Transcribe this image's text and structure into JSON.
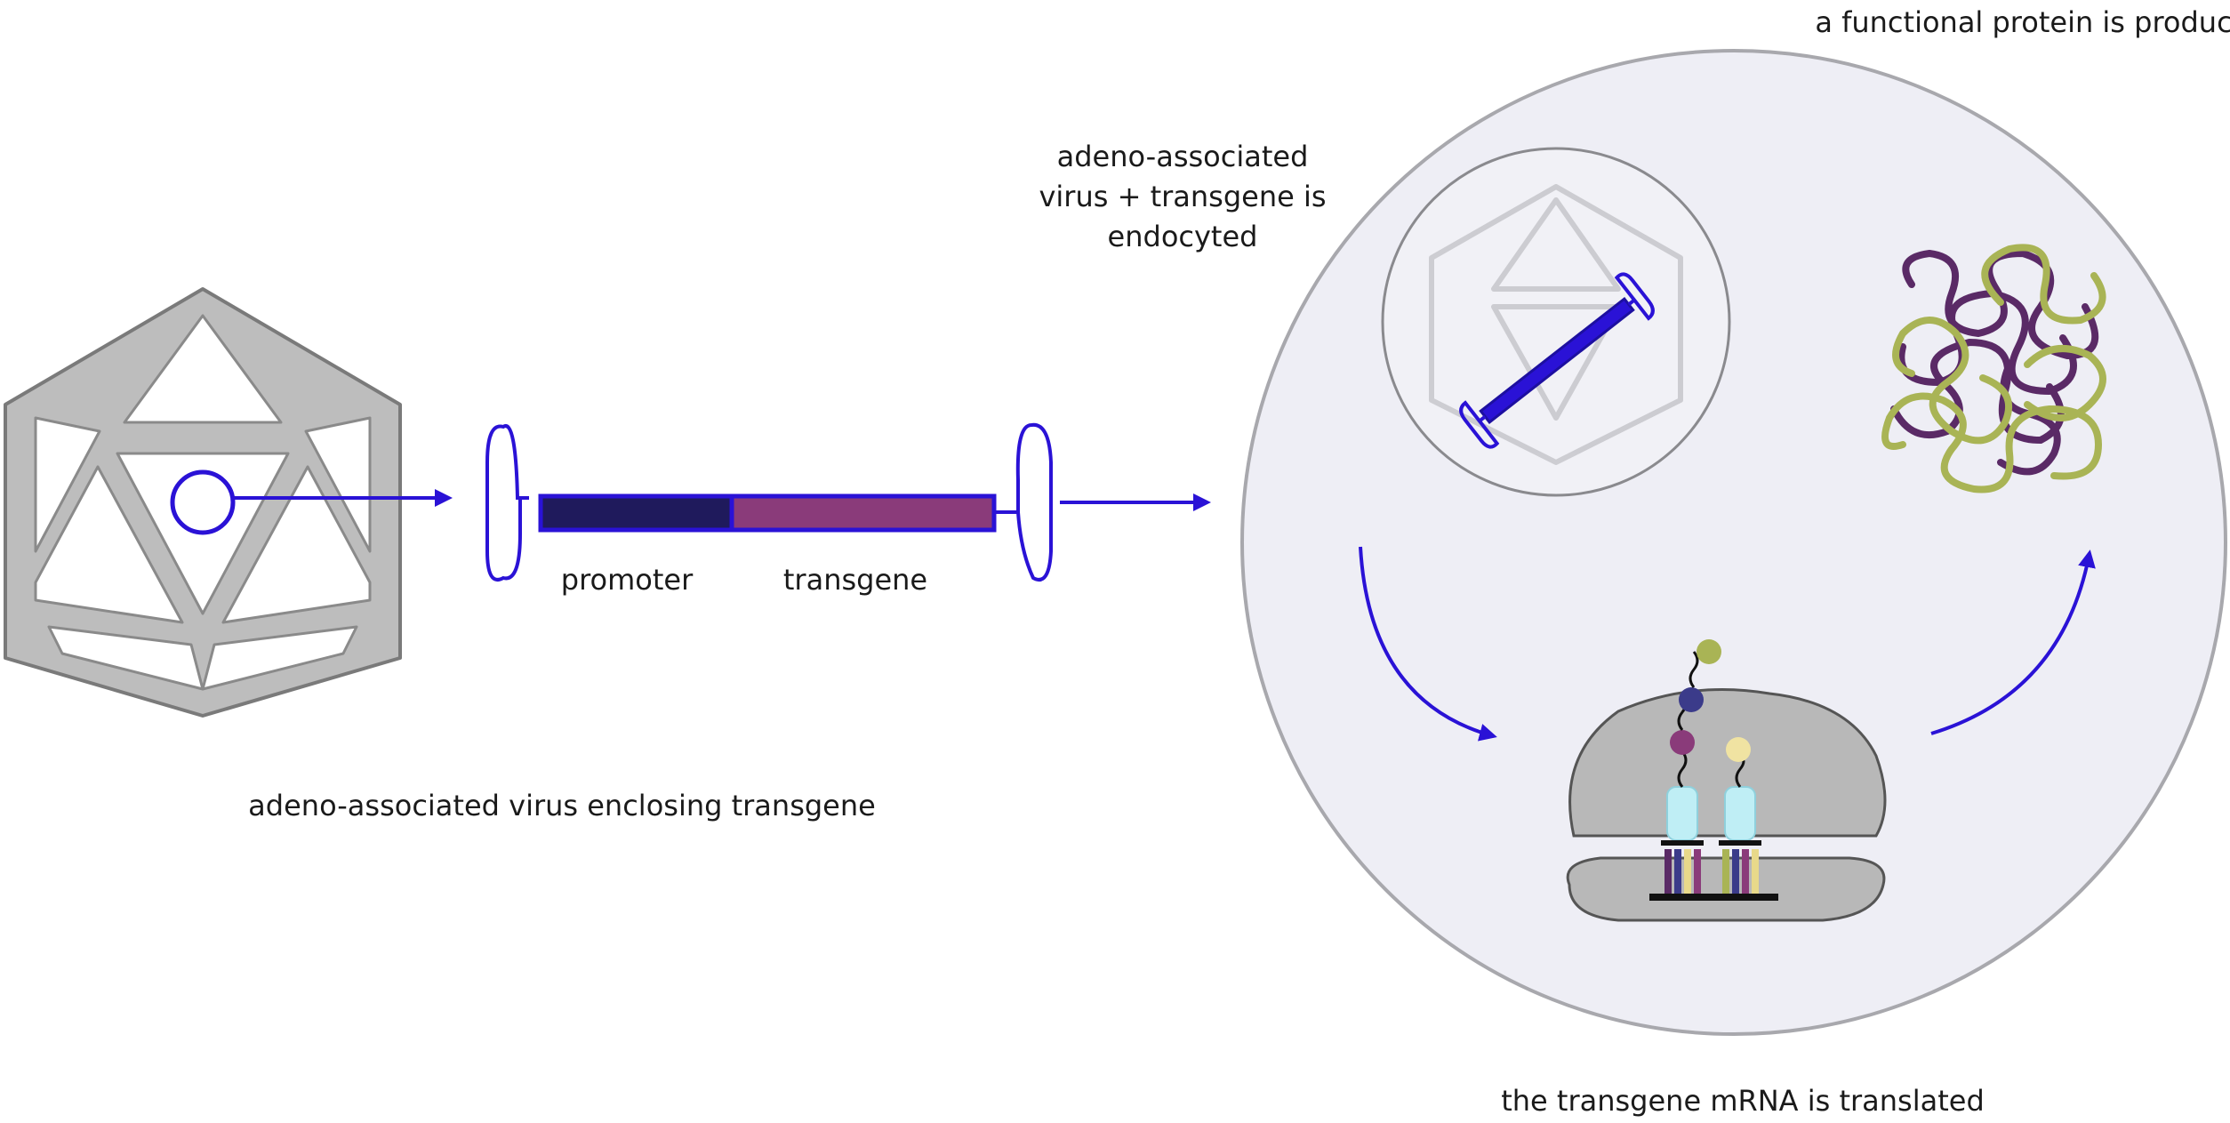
{
  "labels": {
    "virus_caption": "adeno-associated virus enclosing transgene",
    "promoter": "promoter",
    "transgene": "transgene",
    "endocytosis_line1": "adeno-associated",
    "endocytosis_line2": "virus +  transgene is",
    "endocytosis_line3": "endocyted",
    "protein_produced": "a functional protein is produced",
    "translation": "the  transgene mRNA is translated"
  },
  "colors": {
    "capsid": "#bdbdbd",
    "capsid_outline": "#7a7a7a",
    "arrow": "#2a12d6",
    "promoter": "#1f1a5c",
    "transgene": "#8a3b7a",
    "cell": "#eeeef5",
    "cell_outline": "#a8a8ad",
    "ribosome": "#b8b8b8",
    "protein_green": "#a9b455",
    "protein_purple": "#5a2a66",
    "trna": "#bfeef5"
  },
  "icons": [
    "aav-capsid-icon",
    "transgene-cassette-icon",
    "cell-icon",
    "endosome-icon",
    "ribosome-icon",
    "folded-protein-icon"
  ]
}
